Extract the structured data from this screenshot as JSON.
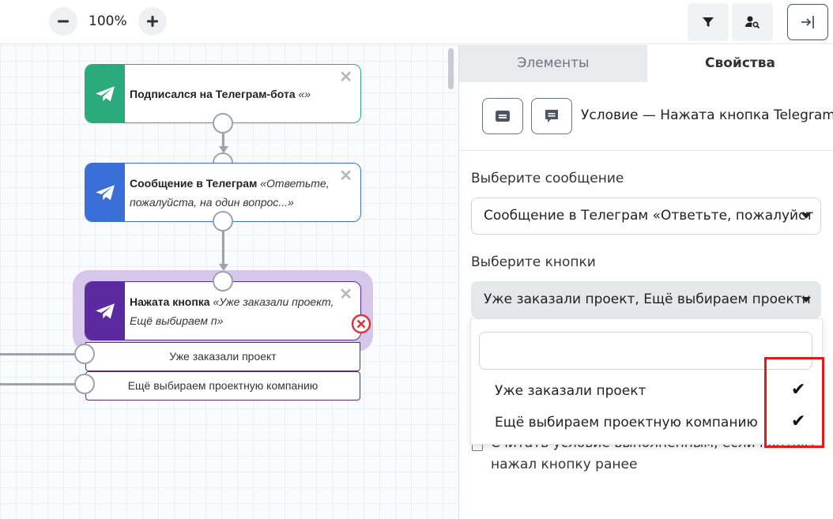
{
  "toolbar": {
    "zoom_out_icon": "minus-icon",
    "zoom_level": "100%",
    "zoom_in_icon": "plus-icon",
    "filter_icon": "filter-icon",
    "user_search_icon": "user-search-icon",
    "exit_icon": "exit-right-icon"
  },
  "canvas": {
    "nodes": [
      {
        "title": "Подписался на Телеграм-бота",
        "detail_line1": "«»",
        "detail_line2": "",
        "color": "#2bab7b",
        "icon": "telegram-icon"
      },
      {
        "title": "Сообщение в Телеграм",
        "detail_line1": "«Ответьте,",
        "detail_line2": "пожалуйста, на один вопрос...»",
        "color": "#3b6fd8",
        "icon": "telegram-icon"
      },
      {
        "title": "Нажата кнопка",
        "detail_line1": "«Уже заказали проект,",
        "detail_line2": "Ещё выбираем п»",
        "color": "#5b2aa0",
        "icon": "telegram-icon"
      }
    ],
    "options": [
      "Уже заказали проект",
      "Ещё выбираем проектную компанию"
    ],
    "selected_glow_color": "#d6c6ea",
    "remove_icon_color": "#d9363e"
  },
  "panel": {
    "tabs": [
      {
        "label": "Элементы",
        "active": false
      },
      {
        "label": "Свойства",
        "active": true
      }
    ],
    "condition_title": "Условие — Нажата кнопка Telegram",
    "message_label": "Выберите сообщение",
    "message_value": "Сообщение в Телеграм «Ответьте, пожалуйст",
    "buttons_label": "Выберите кнопки",
    "buttons_value": "Уже заказали проект, Ещё выбираем проектн",
    "search_placeholder": "",
    "dropdown_items": [
      {
        "label": "Уже заказали проект",
        "checked": true
      },
      {
        "label": "Ещё выбираем проектную компанию",
        "checked": true
      }
    ],
    "checkbox_text_line1": "Считать условие выполненным, если контакт",
    "checkbox_text_line2": "нажал кнопку ранее",
    "highlight_color": "#e01b1b"
  }
}
